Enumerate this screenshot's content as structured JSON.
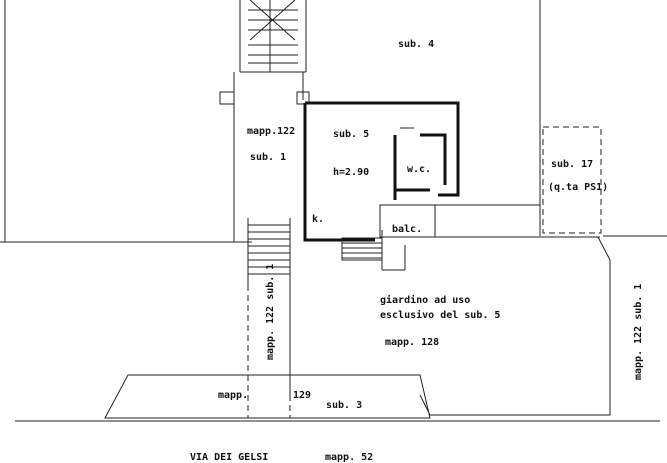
{
  "labels": {
    "sub4": "sub. 4",
    "mapp122_top": "mapp.122",
    "sub1": "sub. 1",
    "sub5": "sub. 5",
    "height": "h=2.90",
    "wc": "w.c.",
    "kitchen": "k.",
    "balc": "balc.",
    "sub17": "sub. 17",
    "qta": "(q.ta PS1)",
    "garden_line1": "giardino ad uso",
    "garden_line2": "esclusivo del sub. 5",
    "mapp128": "mapp. 128",
    "mapp122_sub1_vertical": "mapp. 122  sub. 1",
    "mapp122_sub1_right_vertical": "mapp. 122  sub. 1",
    "mapp_left": "mapp.",
    "num129": "129",
    "sub3": "sub. 3",
    "street": "VIA DEI   GELSI",
    "mapp52": "mapp. 52"
  }
}
